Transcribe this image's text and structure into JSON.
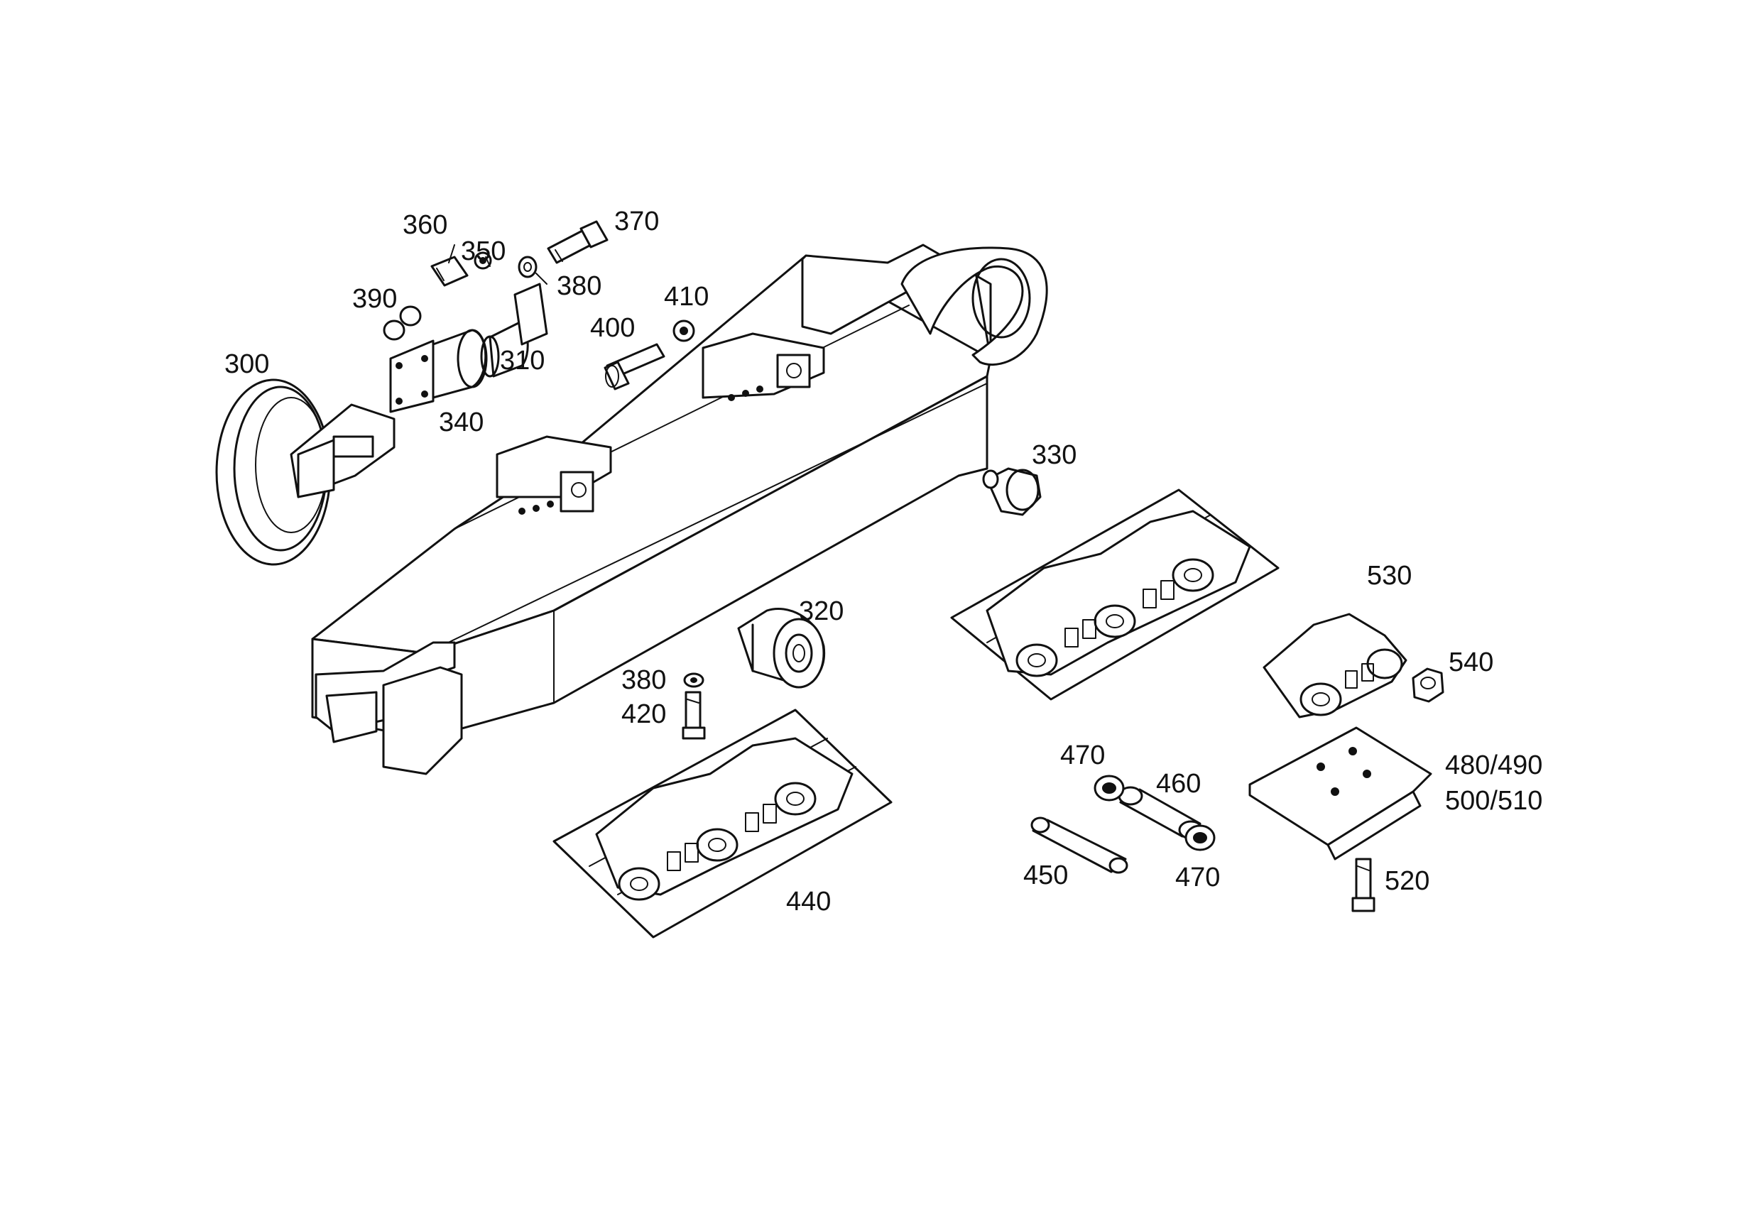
{
  "colors": {
    "ink": "#111111",
    "paper": "#ffffff"
  },
  "callouts": [
    {
      "id": "c300",
      "text": "300"
    },
    {
      "id": "c310",
      "text": "310"
    },
    {
      "id": "c320",
      "text": "320"
    },
    {
      "id": "c330",
      "text": "330"
    },
    {
      "id": "c340",
      "text": "340"
    },
    {
      "id": "c350",
      "text": "350"
    },
    {
      "id": "c360",
      "text": "360"
    },
    {
      "id": "c370",
      "text": "370"
    },
    {
      "id": "c380a",
      "text": "380"
    },
    {
      "id": "c380b",
      "text": "380"
    },
    {
      "id": "c390",
      "text": "390"
    },
    {
      "id": "c400",
      "text": "400"
    },
    {
      "id": "c410",
      "text": "410"
    },
    {
      "id": "c420",
      "text": "420"
    },
    {
      "id": "c440",
      "text": "440"
    },
    {
      "id": "c450",
      "text": "450"
    },
    {
      "id": "c460",
      "text": "460"
    },
    {
      "id": "c470a",
      "text": "470"
    },
    {
      "id": "c470b",
      "text": "470"
    },
    {
      "id": "c480",
      "text": "480/490"
    },
    {
      "id": "c500",
      "text": "500/510"
    },
    {
      "id": "c520",
      "text": "520"
    },
    {
      "id": "c530",
      "text": "530"
    },
    {
      "id": "c540",
      "text": "540"
    }
  ]
}
